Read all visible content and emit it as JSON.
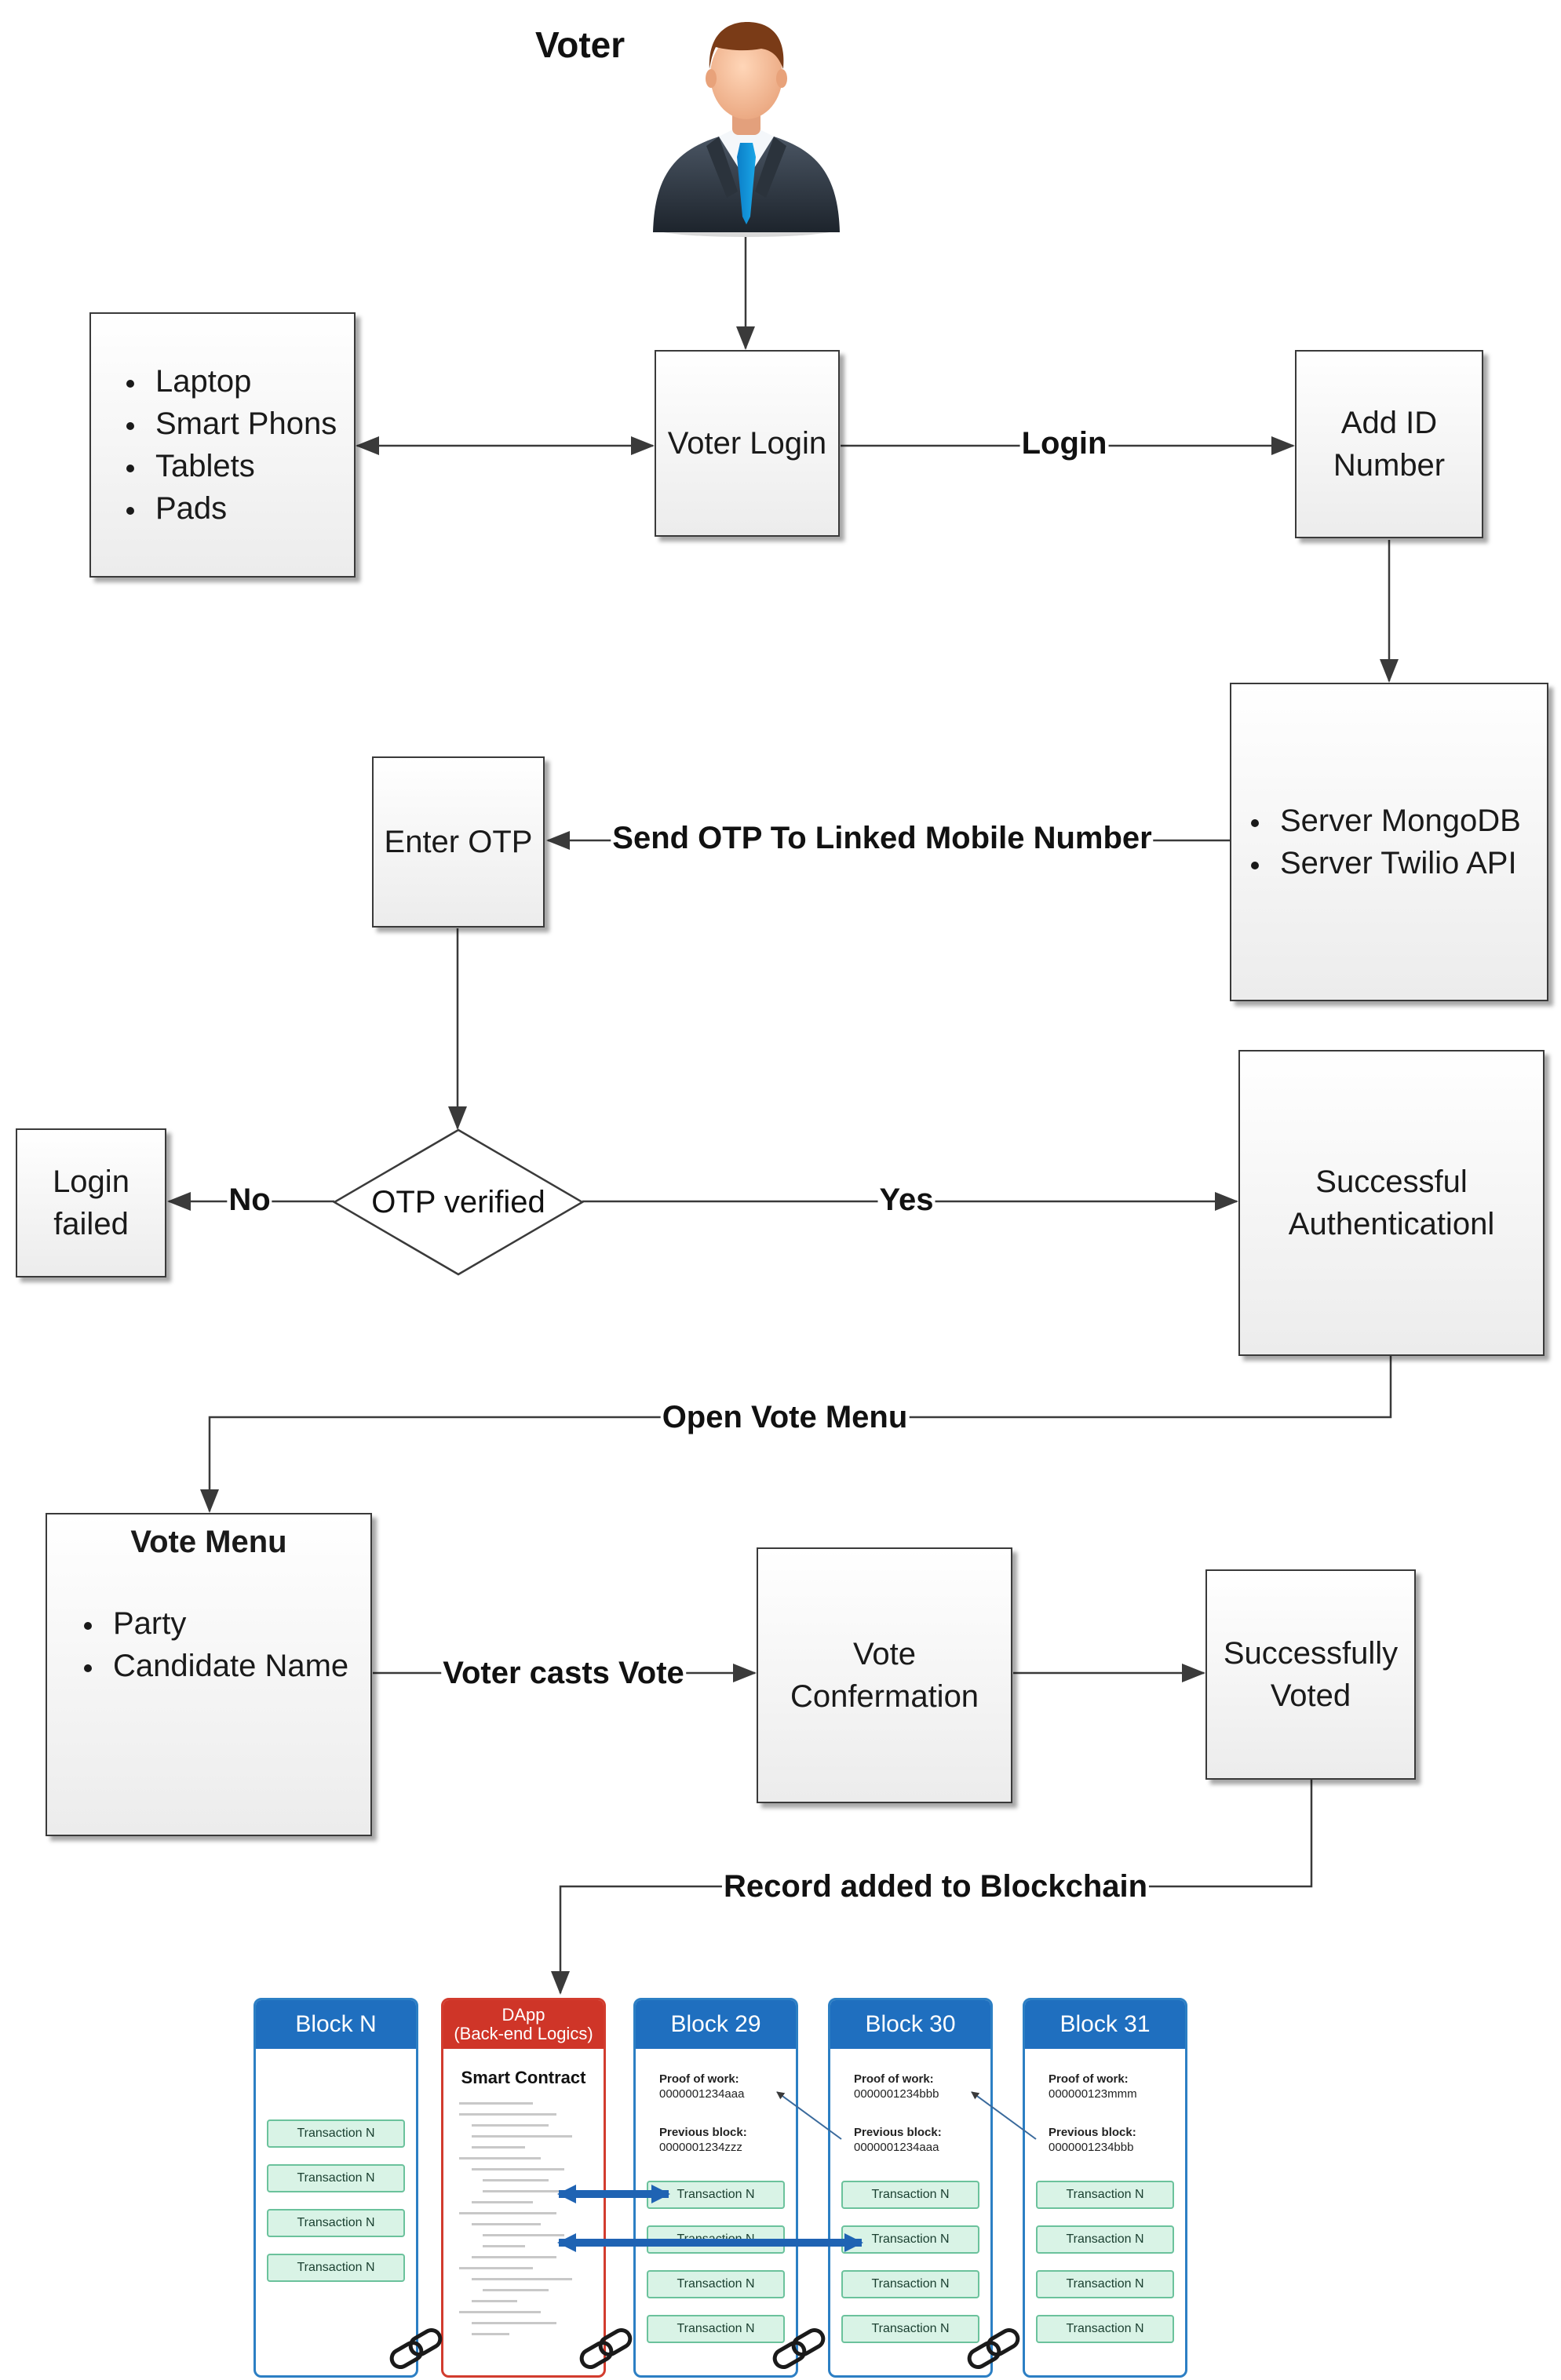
{
  "voter": {
    "title": "Voter",
    "icon": "businessman-icon"
  },
  "devices": [
    "Laptop",
    "Smart Phons",
    "Tablets",
    "Pads"
  ],
  "voter_login": "Voter Login",
  "login_label": "Login",
  "add_id": "Add ID Number",
  "servers": [
    "Server MongoDB",
    "Server Twilio API"
  ],
  "send_otp_label": "Send OTP To Linked Mobile Number",
  "enter_otp": "Enter OTP",
  "otp_verified": "OTP verified",
  "no_label": "No",
  "yes_label": "Yes",
  "login_failed": "Login failed",
  "success_auth": "Successful Authenticationl",
  "open_vote_menu_label": "Open Vote Menu",
  "vote_menu": {
    "title": "Vote Menu",
    "items": [
      "Party",
      "Candidate Name"
    ]
  },
  "voter_casts_label": "Voter casts Vote",
  "vote_confirmation": "Vote Confermation",
  "successfully_voted": "Successfully Voted",
  "record_label": "Record added to Blockchain",
  "blockchain": {
    "block_n": {
      "title": "Block N",
      "tx": [
        "Transaction N",
        "Transaction N",
        "Transaction N",
        "Transaction N"
      ]
    },
    "dapp": {
      "title_line1": "DApp",
      "title_line2": "(Back-end Logics)",
      "smart_contract": "Smart Contract"
    },
    "blocks": [
      {
        "title": "Block 29",
        "pow_label": "Proof of work:",
        "pow": "0000001234aaa",
        "prev_label": "Previous block:",
        "prev": "0000001234zzz",
        "tx": [
          "Transaction N",
          "Transaction N",
          "Transaction N",
          "Transaction N"
        ]
      },
      {
        "title": "Block 30",
        "pow_label": "Proof of work:",
        "pow": "0000001234bbb",
        "prev_label": "Previous block:",
        "prev": "0000001234aaa",
        "tx": [
          "Transaction N",
          "Transaction N",
          "Transaction N",
          "Transaction N"
        ]
      },
      {
        "title": "Block 31",
        "pow_label": "Proof of work:",
        "pow": "000000123mmm",
        "prev_label": "Previous block:",
        "prev": "0000001234bbb",
        "tx": [
          "Transaction N",
          "Transaction N",
          "Transaction N",
          "Transaction N"
        ]
      }
    ]
  },
  "colors": {
    "block_blue": "#1f6fbf",
    "dapp_red": "#cf3528",
    "tx_green": "#d9f3e6",
    "arrow_blue": "#1f63b3"
  }
}
